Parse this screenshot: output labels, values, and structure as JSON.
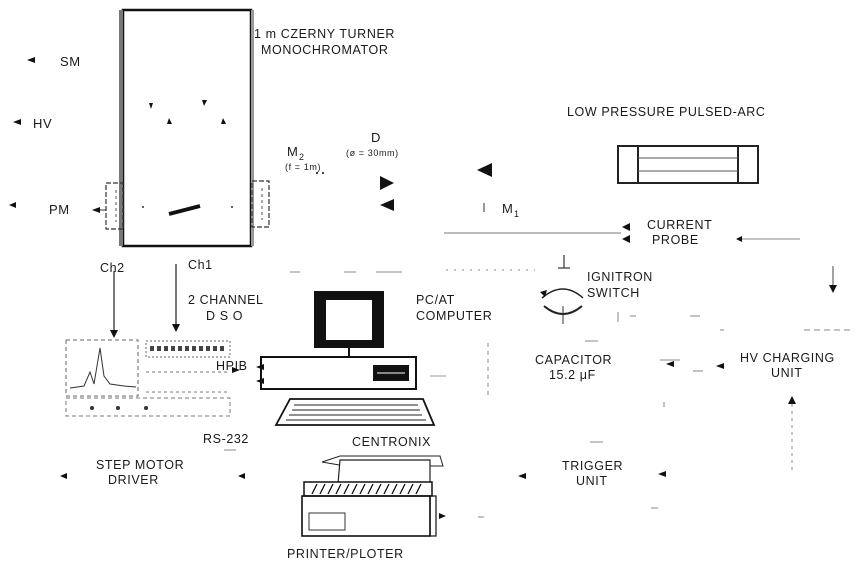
{
  "labels": {
    "monochromator_line1": "1 m CZERNY TURNER",
    "monochromator_line2": "MONOCHROMATOR",
    "sm": "SM",
    "hv": "HV",
    "pm": "PM",
    "m2": "M",
    "m2_sub": "2",
    "m2_focal": "(f = 1m)",
    "d": "D",
    "d_value": "(ø = 30mm)",
    "arc": "LOW PRESSURE PULSED-ARC",
    "m1": "M",
    "m1_sub": "1",
    "current_probe_line1": "CURRENT",
    "current_probe_line2": "PROBE",
    "ch2": "Ch2",
    "ch1": "Ch1",
    "dso_line1": "2 CHANNEL",
    "dso_line2": "D S O",
    "pc_line1": "PC/AT",
    "pc_line2": "COMPUTER",
    "ignitron_line1": "IGNITRON",
    "ignitron_line2": "SWITCH",
    "hpib": "HPIB",
    "capacitor_line1": "CAPACITOR",
    "capacitor_line2": "15.2 μF",
    "hv_charging_line1": "HV CHARGING",
    "hv_charging_line2": "UNIT",
    "rs232": "RS-232",
    "centronix": "CENTRONIX",
    "step_motor_line1": "STEP MOTOR",
    "step_motor_line2": "DRIVER",
    "trigger_line1": "TRIGGER",
    "trigger_line2": "UNIT",
    "printer": "PRINTER/PLOTER"
  }
}
